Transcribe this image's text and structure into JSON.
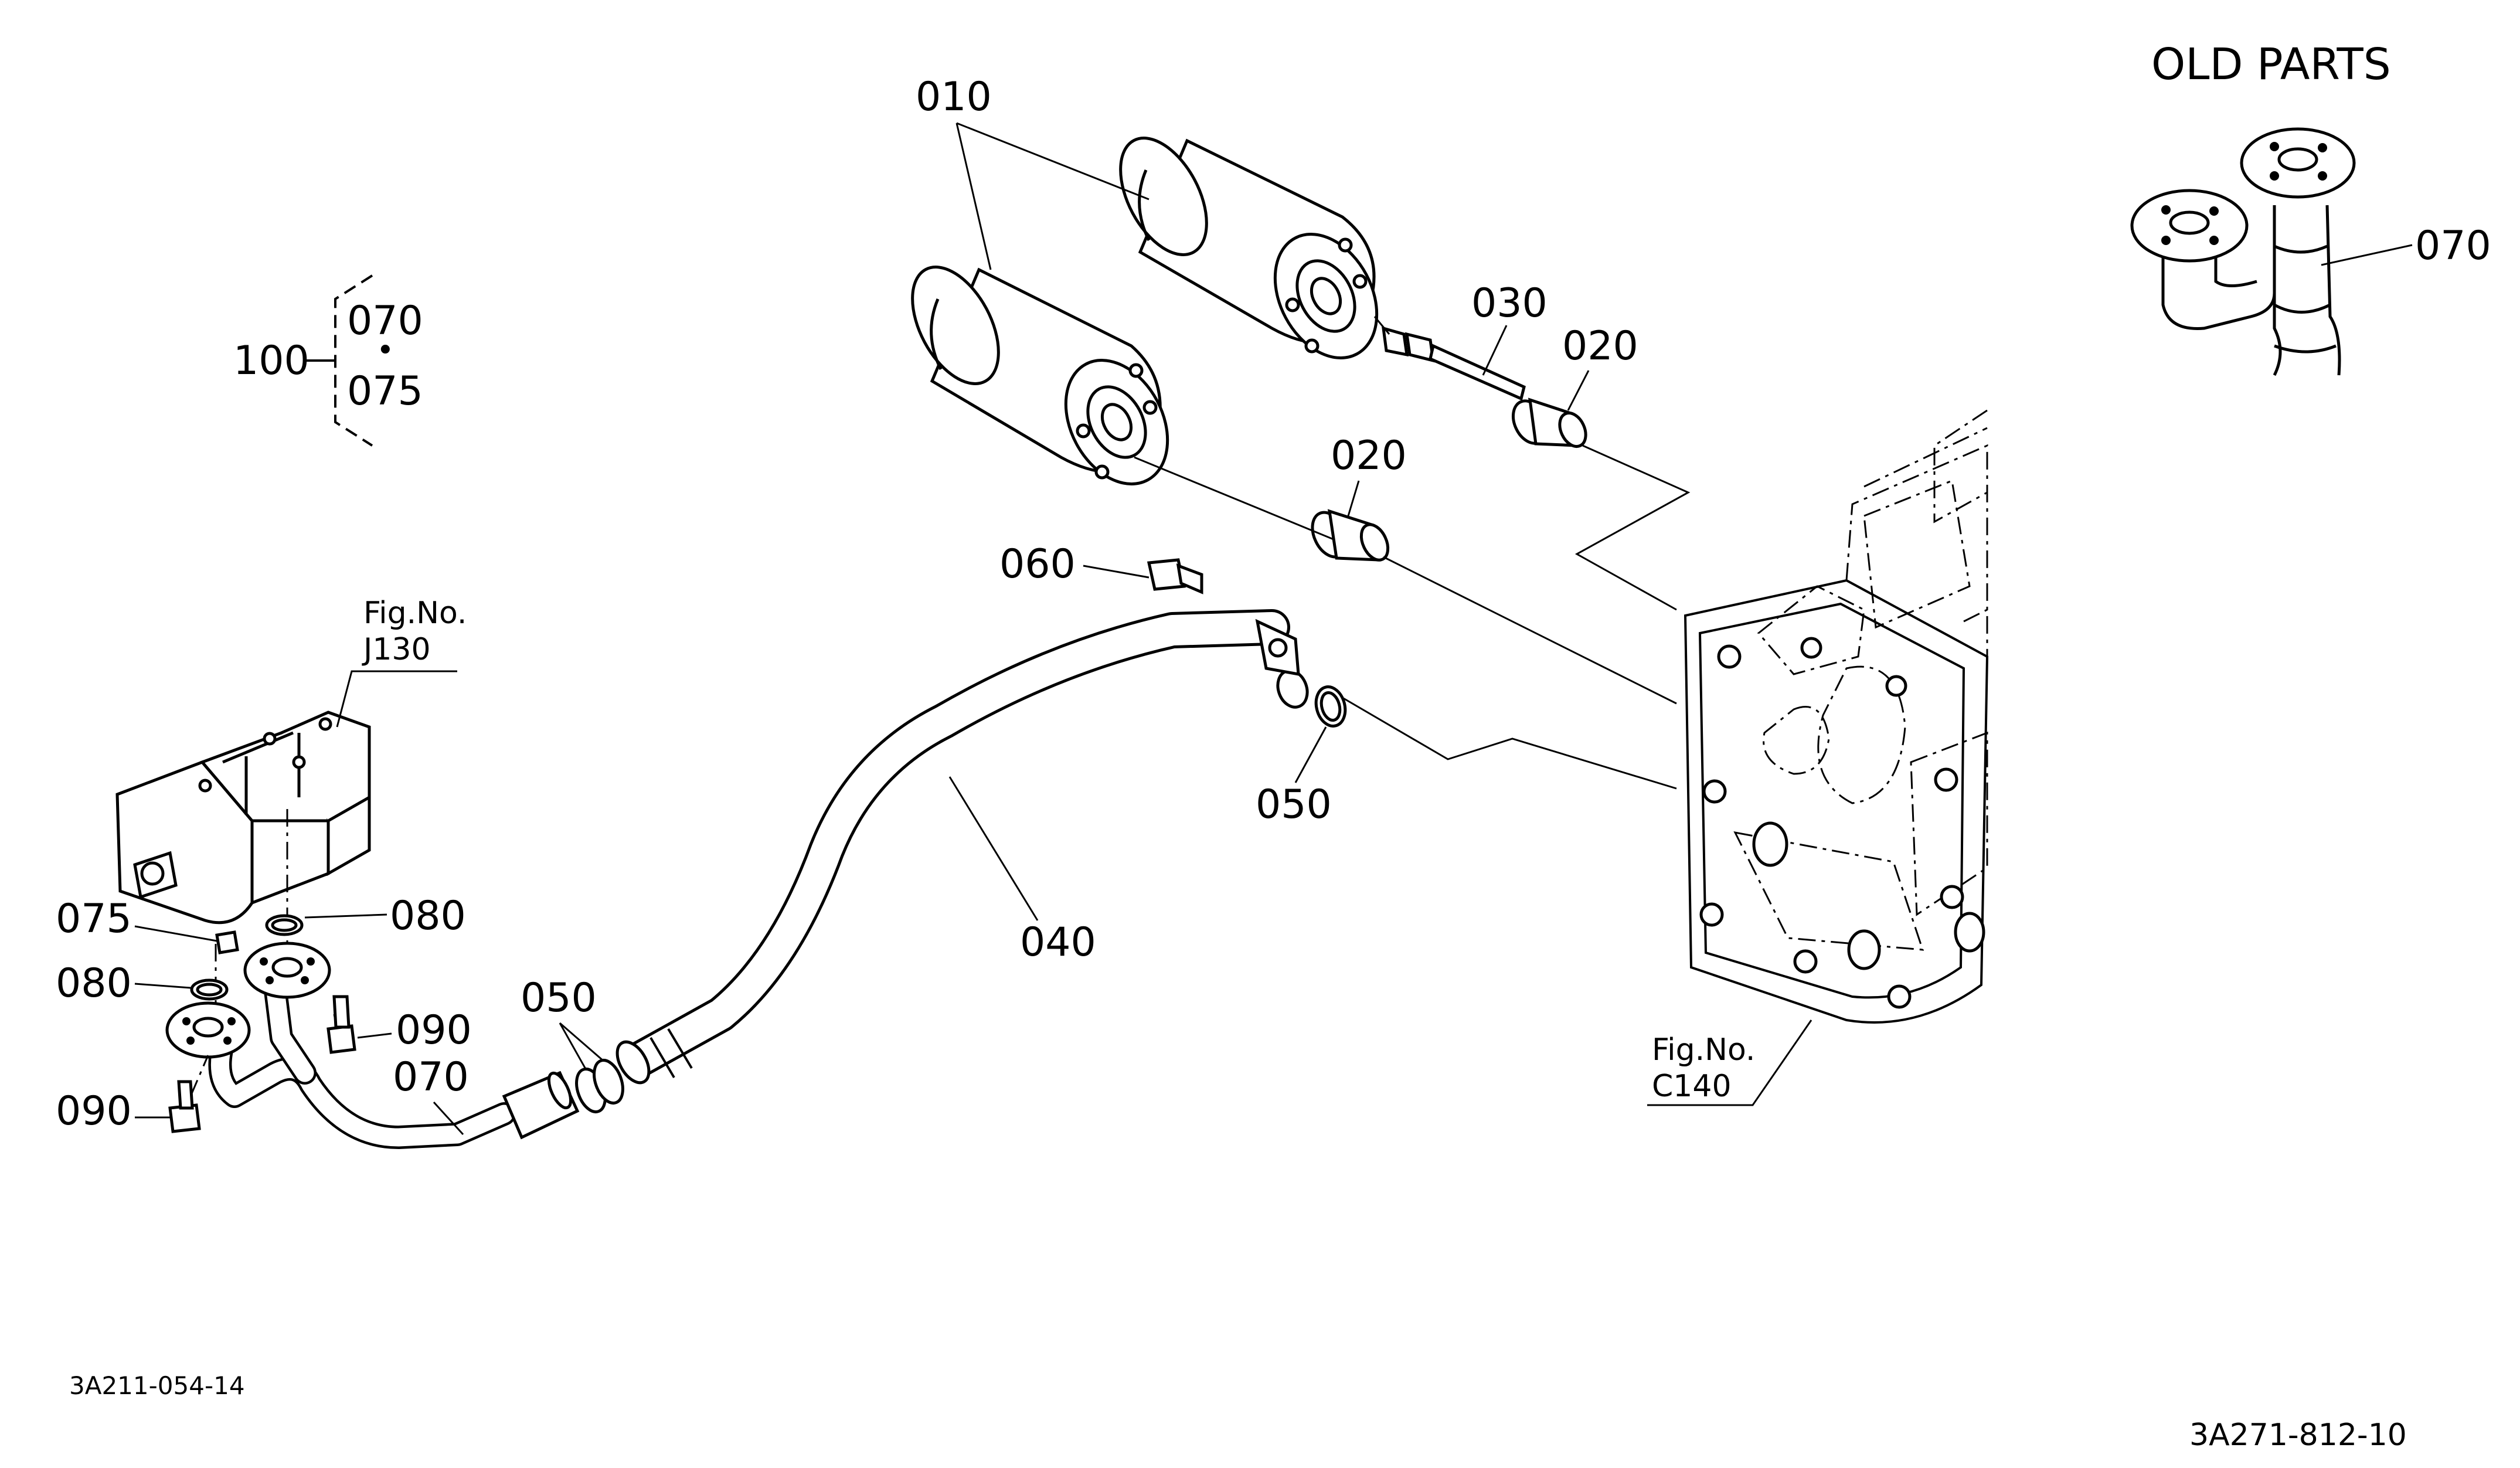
{
  "title": "OLD PARTS",
  "figure_code_left": "3A211-054-14",
  "figure_code_right": "3A271-812-10",
  "set_group": {
    "parent": "100",
    "members": [
      "070",
      "075"
    ],
    "separator": "•"
  },
  "references": {
    "pump": {
      "line1": "Fig.No.",
      "line2": "J130"
    },
    "case": {
      "line1": "Fig.No.",
      "line2": "C140"
    }
  },
  "callouts": {
    "p010": "010",
    "p020_upper": "020",
    "p020_lower": "020",
    "p030": "030",
    "p040": "040",
    "p050_upper": "050",
    "p050_lower": "050",
    "p060": "060",
    "p070_main": "070",
    "p070_old": "070",
    "p075": "075",
    "p080_right": "080",
    "p080_left": "080",
    "p090_right": "090",
    "p090_left": "090"
  }
}
